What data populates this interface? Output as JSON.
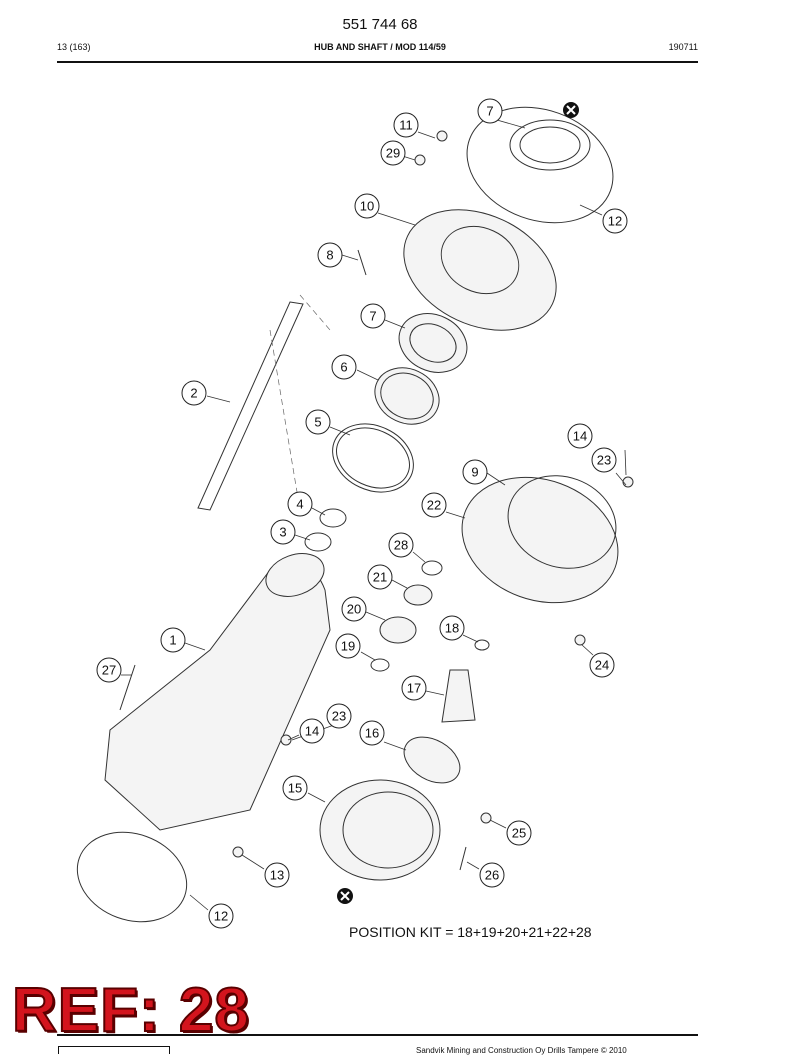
{
  "header": {
    "doc_number": "551 744 68",
    "page": "13 (163)",
    "title": "HUB AND SHAFT / MOD 114/59",
    "code": "190711"
  },
  "caption": "POSITION KIT = 18+19+20+21+22+28",
  "ref_stamp": "REF: 28",
  "footer": "Sandvik Mining and Construction Oy Drills Tampere © 2010",
  "callouts": [
    "7",
    "11",
    "29",
    "12",
    "10",
    "8",
    "7",
    "6",
    "2",
    "5",
    "14",
    "23",
    "9",
    "22",
    "4",
    "3",
    "28",
    "21",
    "20",
    "18",
    "1",
    "19",
    "24",
    "27",
    "17",
    "23",
    "14",
    "16",
    "15",
    "25",
    "13",
    "26",
    "12"
  ]
}
